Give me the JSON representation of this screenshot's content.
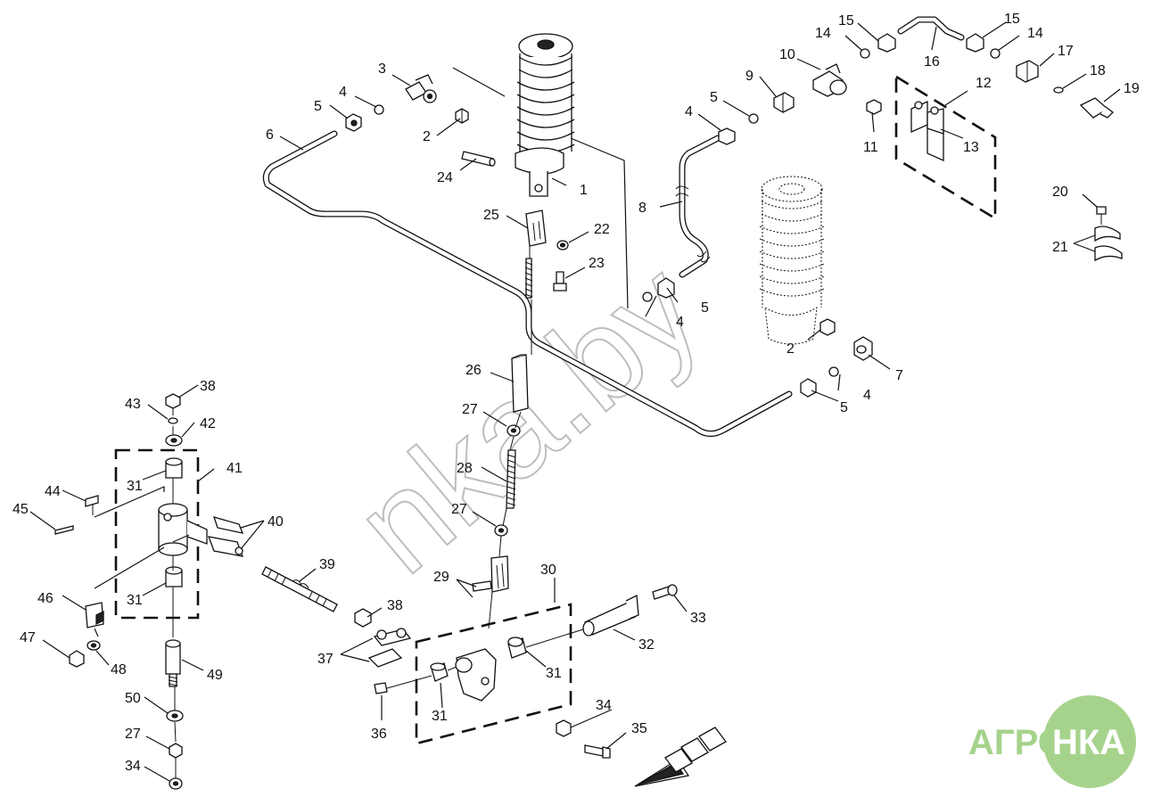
{
  "watermark": "nka.by",
  "logo": {
    "left": "АГРО",
    "right": "НКА",
    "color": "#a6d38c"
  },
  "callouts": [
    "1",
    "2",
    "3",
    "4",
    "5",
    "6",
    "7",
    "8",
    "9",
    "10",
    "11",
    "12",
    "13",
    "14",
    "15",
    "16",
    "17",
    "18",
    "19",
    "20",
    "21",
    "22",
    "23",
    "24",
    "25",
    "26",
    "27",
    "28",
    "29",
    "30",
    "31",
    "32",
    "33",
    "34",
    "35",
    "36",
    "37",
    "38",
    "39",
    "40",
    "41",
    "42",
    "43",
    "44",
    "45",
    "46",
    "47",
    "48",
    "49",
    "50"
  ]
}
